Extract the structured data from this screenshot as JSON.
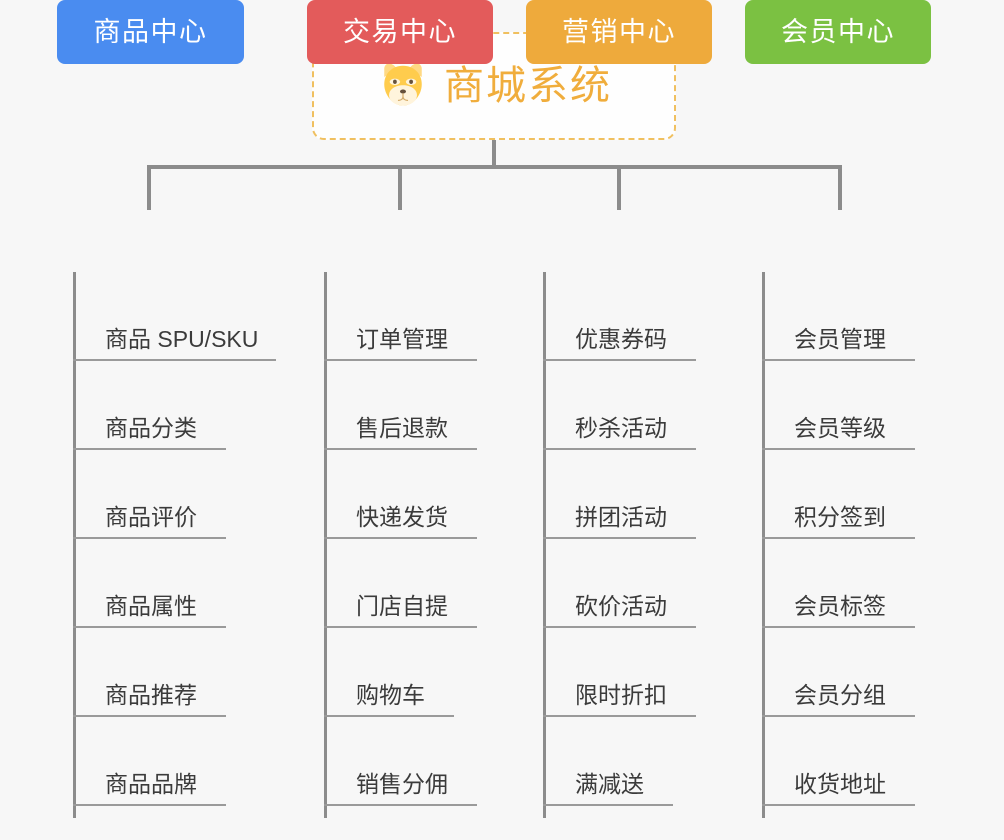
{
  "background_color": "#f7f7f7",
  "connector_color": "#8c8c8c",
  "root": {
    "title": "商城系统",
    "icon": "dog-face-emoji",
    "text_color": "#f0ad3c",
    "border_color": "#f0c060",
    "background_color": "#fefefe"
  },
  "branches": [
    {
      "title": "商品中心",
      "color": "#4a8cf0",
      "items": [
        "商品 SPU/SKU",
        "商品分类",
        "商品评价",
        "商品属性",
        "商品推荐",
        "商品品牌"
      ]
    },
    {
      "title": "交易中心",
      "color": "#e35b5b",
      "items": [
        "订单管理",
        "售后退款",
        "快递发货",
        "门店自提",
        "购物车",
        "销售分佣"
      ]
    },
    {
      "title": "营销中心",
      "color": "#eeaa3c",
      "items": [
        "优惠券码",
        "秒杀活动",
        "拼团活动",
        "砍价活动",
        "限时折扣",
        "满减送"
      ]
    },
    {
      "title": "会员中心",
      "color": "#7bc142",
      "items": [
        "会员管理",
        "会员等级",
        "积分签到",
        "会员标签",
        "会员分组",
        "收货地址"
      ]
    }
  ]
}
